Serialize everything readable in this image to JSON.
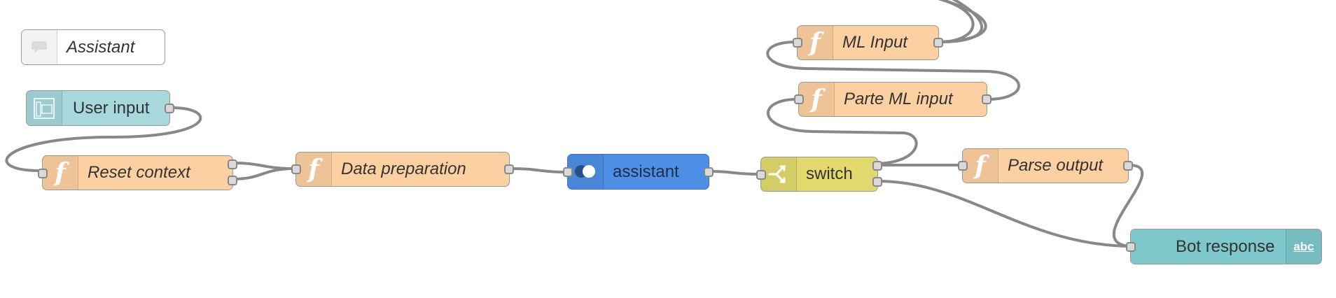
{
  "colors": {
    "function": "#FDD0A2",
    "inject": "#A6D8DC",
    "assistant": "#4E8FE6",
    "switch": "#E2D96E",
    "debug": "#7EC7CB",
    "comment": "#FFFFFF",
    "wire": "#888888"
  },
  "nodes": {
    "comment": {
      "label": "Assistant",
      "icon": "comment-icon"
    },
    "user_input": {
      "label": "User input",
      "icon": "inject-icon"
    },
    "reset_context": {
      "label": "Reset context",
      "icon": "function-icon",
      "glyph": "f"
    },
    "data_preparation": {
      "label": "Data preparation",
      "icon": "function-icon",
      "glyph": "f"
    },
    "assistant": {
      "label": "assistant",
      "icon": "chat-bubbles-icon"
    },
    "switch": {
      "label": "switch",
      "icon": "switch-icon"
    },
    "ml_input": {
      "label": "ML Input",
      "icon": "function-icon",
      "glyph": "f"
    },
    "parte_ml_input": {
      "label": "Parte ML input",
      "icon": "function-icon",
      "glyph": "f"
    },
    "parse_output": {
      "label": "Parse output",
      "icon": "function-icon",
      "glyph": "f"
    },
    "bot_response": {
      "label": "Bot response",
      "icon": "debug-abc-icon",
      "icon_text": "abc"
    }
  }
}
